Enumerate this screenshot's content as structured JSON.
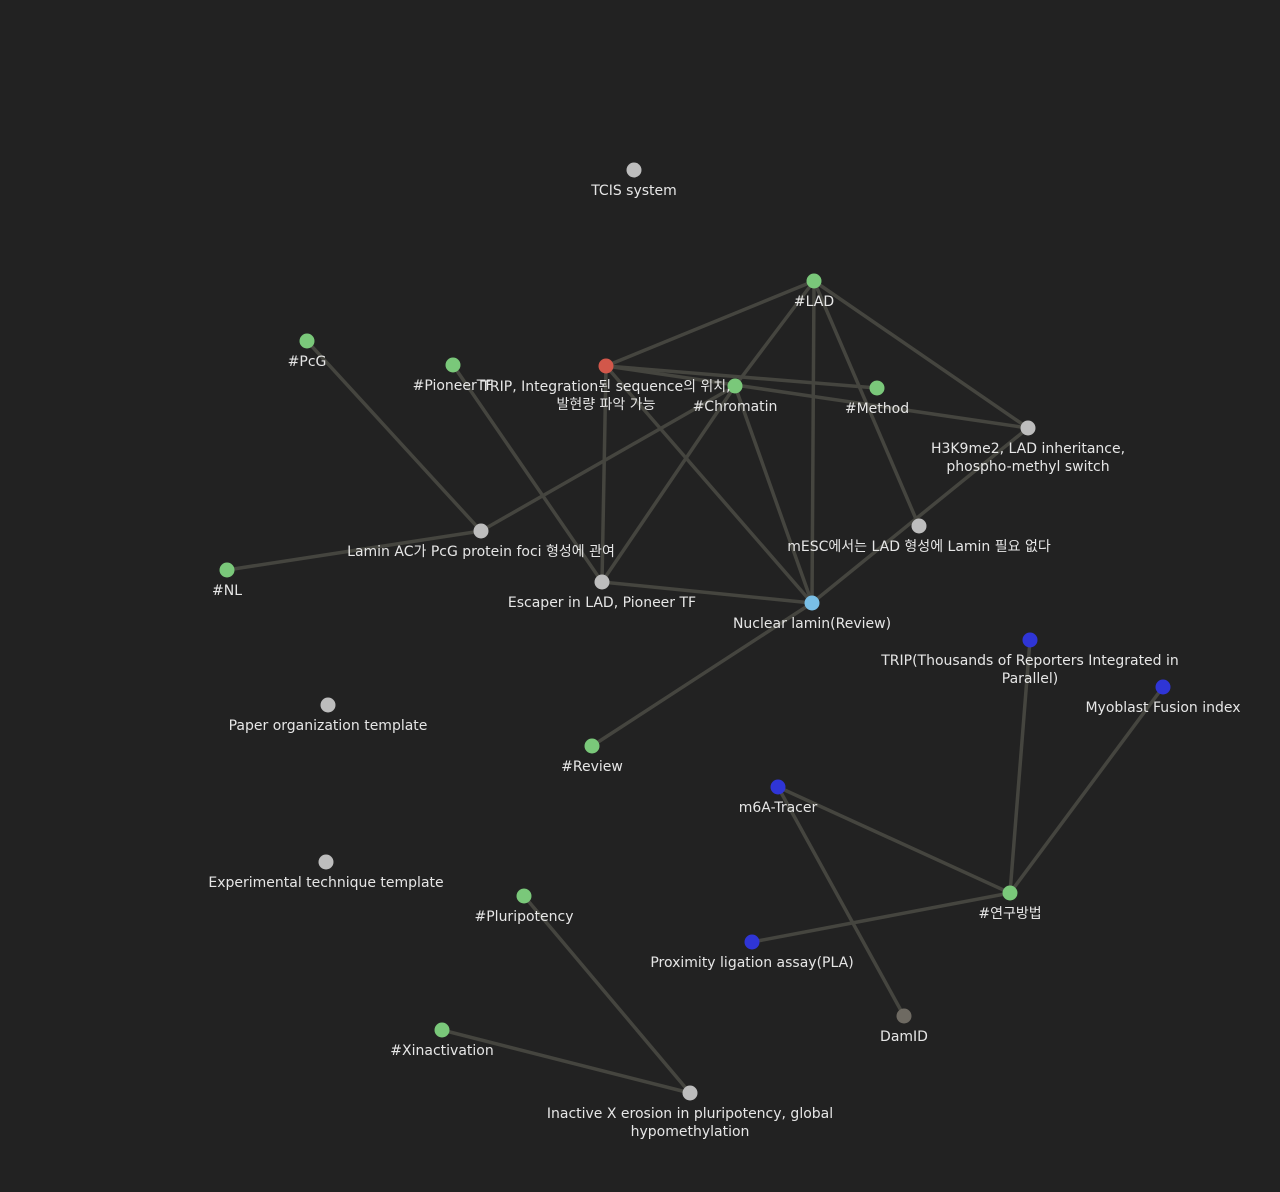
{
  "colors": {
    "background": "#222222",
    "edge": "#45453f",
    "tag": "#7ac87a",
    "note": "#bdbdbd",
    "active": "#d2574a",
    "focused": "#79bfe6",
    "method": "#2f35d6",
    "unresolved": "#6e6a62",
    "label": "#e6e6e6"
  },
  "nodes": [
    {
      "id": "tcis",
      "label": "TCIS system",
      "kind": "note"
    },
    {
      "id": "lad",
      "label": "#LAD",
      "kind": "tag"
    },
    {
      "id": "pcg",
      "label": "#PcG",
      "kind": "tag"
    },
    {
      "id": "pioneertf",
      "label": "#PioneerTF",
      "kind": "tag"
    },
    {
      "id": "trip-note",
      "label": "TRIP, Integration된 sequence의 위치,\n발현량 파악 가능",
      "kind": "active"
    },
    {
      "id": "chromatin",
      "label": "#Chromatin",
      "kind": "tag"
    },
    {
      "id": "method",
      "label": "#Method",
      "kind": "tag"
    },
    {
      "id": "h3k9me2",
      "label": "H3K9me2, LAD inheritance,\nphospho-methyl switch",
      "kind": "note"
    },
    {
      "id": "mesc",
      "label": "mESC에서는 LAD 형성에 Lamin 필요 없다",
      "kind": "note"
    },
    {
      "id": "lamin-ac",
      "label": "Lamin AC가 PcG protein foci 형성에 관여",
      "kind": "note"
    },
    {
      "id": "nl",
      "label": "#NL",
      "kind": "tag"
    },
    {
      "id": "escaper",
      "label": "Escaper in LAD, Pioneer TF",
      "kind": "note"
    },
    {
      "id": "nuclear-lamin",
      "label": "Nuclear lamin(Review)",
      "kind": "focused"
    },
    {
      "id": "trip-method",
      "label": "TRIP(Thousands of Reporters Integrated in\nParallel)",
      "kind": "method"
    },
    {
      "id": "myoblast",
      "label": "Myoblast Fusion index",
      "kind": "method"
    },
    {
      "id": "paper-template",
      "label": "Paper organization template",
      "kind": "note"
    },
    {
      "id": "review",
      "label": "#Review",
      "kind": "tag"
    },
    {
      "id": "m6a",
      "label": "m6A-Tracer",
      "kind": "method"
    },
    {
      "id": "exp-template",
      "label": "Experimental technique template",
      "kind": "note"
    },
    {
      "id": "pluripotency",
      "label": "#Pluripotency",
      "kind": "tag"
    },
    {
      "id": "research-method",
      "label": "#연구방법",
      "kind": "tag"
    },
    {
      "id": "pla",
      "label": "Proximity ligation assay(PLA)",
      "kind": "method"
    },
    {
      "id": "damid",
      "label": "DamID",
      "kind": "unresolved"
    },
    {
      "id": "xinactivation",
      "label": "#Xinactivation",
      "kind": "tag"
    },
    {
      "id": "inactive-x",
      "label": "Inactive X erosion in pluripotency, global\nhypomethylation",
      "kind": "note"
    }
  ],
  "edges": [
    [
      "trip-note",
      "lad"
    ],
    [
      "trip-note",
      "method"
    ],
    [
      "trip-note",
      "h3k9me2"
    ],
    [
      "trip-note",
      "escaper"
    ],
    [
      "trip-note",
      "nuclear-lamin"
    ],
    [
      "lad",
      "chromatin"
    ],
    [
      "lad",
      "nuclear-lamin"
    ],
    [
      "lad",
      "mesc"
    ],
    [
      "lad",
      "h3k9me2"
    ],
    [
      "chromatin",
      "escaper"
    ],
    [
      "chromatin",
      "lamin-ac"
    ],
    [
      "chromatin",
      "nuclear-lamin"
    ],
    [
      "pcg",
      "lamin-ac"
    ],
    [
      "pioneertf",
      "escaper"
    ],
    [
      "nl",
      "lamin-ac"
    ],
    [
      "escaper",
      "nuclear-lamin"
    ],
    [
      "h3k9me2",
      "nuclear-lamin"
    ],
    [
      "nuclear-lamin",
      "review"
    ],
    [
      "research-method",
      "trip-method"
    ],
    [
      "research-method",
      "myoblast"
    ],
    [
      "research-method",
      "m6a"
    ],
    [
      "research-method",
      "pla"
    ],
    [
      "m6a",
      "damid"
    ],
    [
      "pluripotency",
      "inactive-x"
    ],
    [
      "xinactivation",
      "inactive-x"
    ]
  ]
}
